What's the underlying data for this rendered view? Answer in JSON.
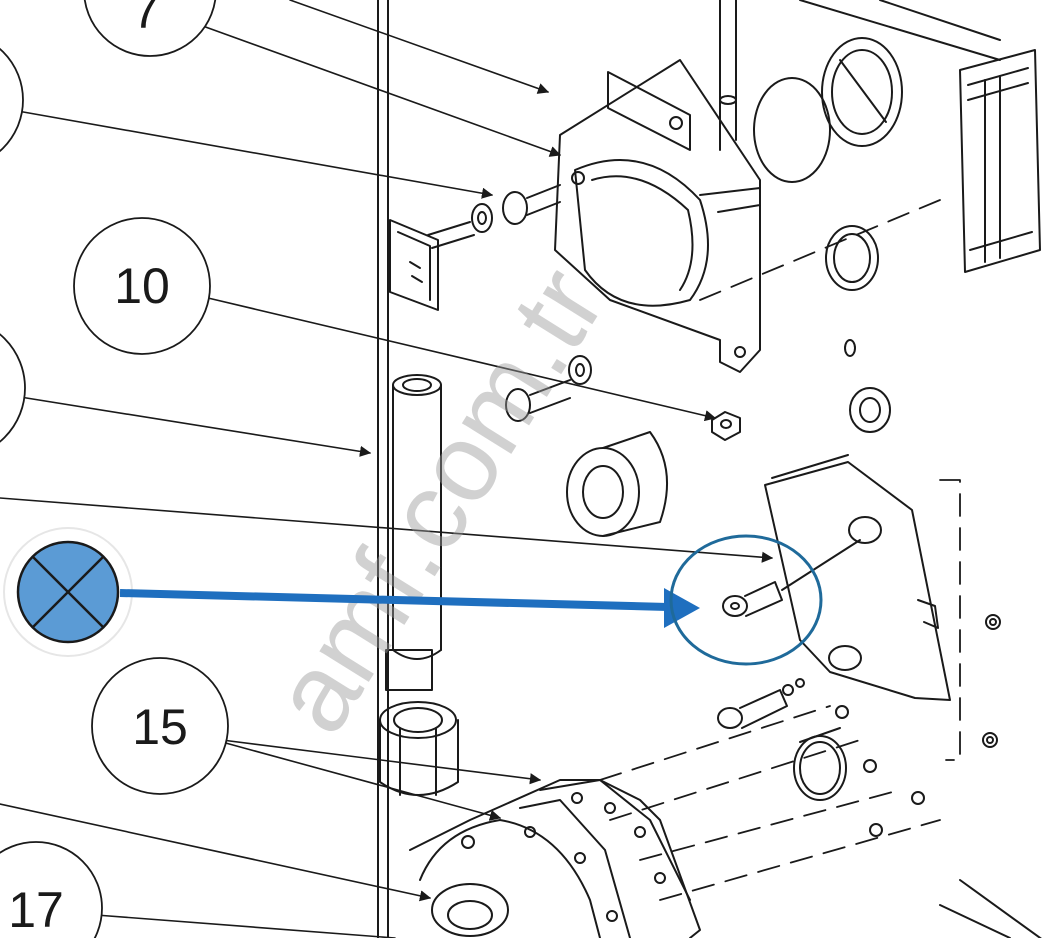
{
  "diagram": {
    "callouts": {
      "c7": "7",
      "c10": "10",
      "c15": "15",
      "c17": "17"
    },
    "watermark": "amf.com.tr",
    "marker": {
      "icon": "circle-x-icon",
      "fill_color": "#5b9bd5",
      "arrow_color": "#1f6fbf",
      "highlight_color": "#1f6a9a"
    },
    "line_color": "#1a1a1a"
  }
}
